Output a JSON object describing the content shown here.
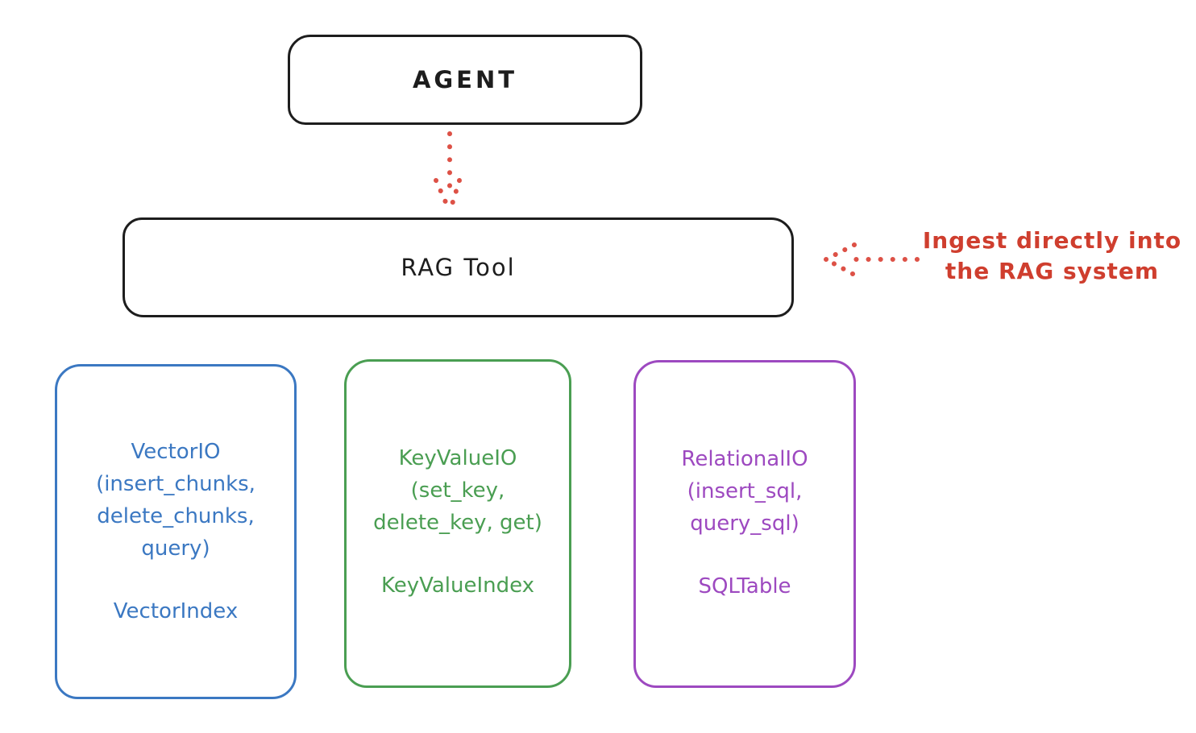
{
  "colors": {
    "stroke_black": "#1d1d1d",
    "red_text": "#cf3e2e",
    "red_arrow": "#dd5146",
    "blue": "#3b78c2",
    "green": "#4a9e52",
    "purple": "#9d49c0"
  },
  "agent": {
    "label": "AGENT"
  },
  "rag_tool": {
    "label": "RAG Tool"
  },
  "annotation": {
    "line1": "Ingest directly into",
    "line2": "the RAG system"
  },
  "io_boxes": [
    {
      "name": "VectorIO",
      "color": "#3b78c2",
      "lines": [
        "VectorIO",
        "(insert_chunks,",
        "delete_chunks,",
        "query)"
      ],
      "index_label": "VectorIndex"
    },
    {
      "name": "KeyValueIO",
      "color": "#4a9e52",
      "lines": [
        "KeyValueIO",
        "(set_key,",
        "delete_key, get)"
      ],
      "index_label": "KeyValueIndex"
    },
    {
      "name": "RelationalIO",
      "color": "#9d49c0",
      "lines": [
        "RelationalIO",
        "(insert_sql,",
        "query_sql)"
      ],
      "index_label": "SQLTable"
    }
  ]
}
